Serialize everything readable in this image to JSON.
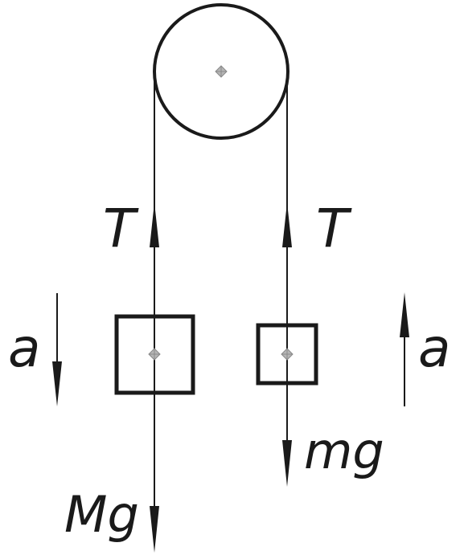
{
  "labels": {
    "tension_left": "T",
    "tension_right": "T",
    "accel_left": "a",
    "accel_right": "a",
    "weight_heavy": "Mg",
    "weight_light": "mg"
  },
  "colors": {
    "stroke": "#1a1a1a",
    "center_mark": "#9a9a9a"
  }
}
